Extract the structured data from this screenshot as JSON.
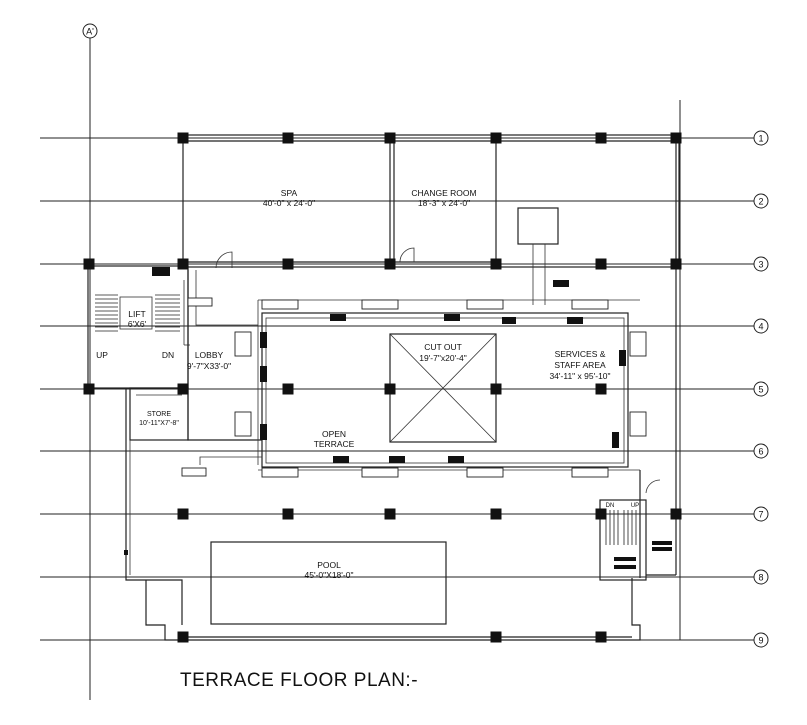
{
  "drawing": {
    "title": "TERRACE FLOOR PLAN:-",
    "top_axis_label": "A'",
    "grid_labels": [
      "1",
      "2",
      "3",
      "4",
      "5",
      "6",
      "7",
      "8",
      "9"
    ],
    "rooms": {
      "spa": {
        "name": "SPA",
        "size": "40'-0\" x 24'-0\""
      },
      "change_room": {
        "name": "CHANGE ROOM",
        "size": "18'-3\" x 24'-0\""
      },
      "lift": {
        "name": "LIFT",
        "size": "6'X6'"
      },
      "lobby": {
        "name": "LOBBY",
        "size": "9'-7\"X33'-0\""
      },
      "cut_out": {
        "name": "CUT OUT",
        "size": "19'-7\"x20'-4\""
      },
      "services": {
        "name1": "SERVICES &",
        "name2": "STAFF  AREA",
        "size": "34'-11\" x 95'-10\""
      },
      "store": {
        "name": "STORE",
        "size": "10'-11\"X7'-8\""
      },
      "open_terrace": {
        "name1": "OPEN",
        "name2": "TERRACE"
      },
      "pool": {
        "name": "POOL",
        "size": "45'-0\"X18'-0\""
      }
    },
    "stair_labels": {
      "up_left": "UP",
      "dn_left": "DN",
      "dn_right": "DN",
      "up_right": "UP"
    }
  }
}
